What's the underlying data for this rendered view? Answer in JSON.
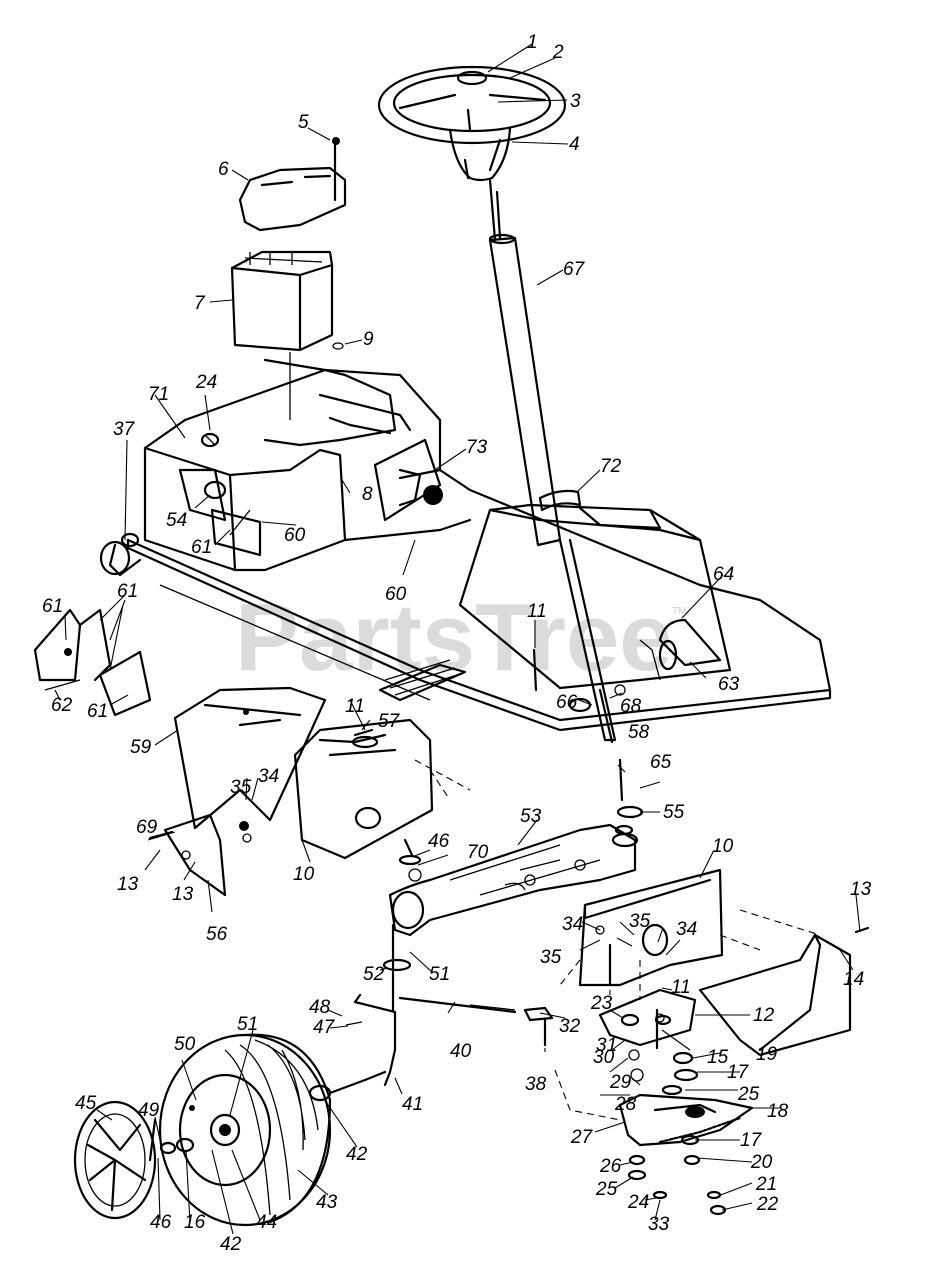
{
  "watermark": {
    "text": "PartsTree",
    "trademark": "TM"
  },
  "callouts": [
    {
      "id": "c1",
      "text": "1"
    },
    {
      "id": "c2",
      "text": "2"
    },
    {
      "id": "c3",
      "text": "3"
    },
    {
      "id": "c4",
      "text": "4"
    },
    {
      "id": "c5",
      "text": "5"
    },
    {
      "id": "c6",
      "text": "6"
    },
    {
      "id": "c7",
      "text": "7"
    },
    {
      "id": "c9",
      "text": "9"
    },
    {
      "id": "c67",
      "text": "67"
    },
    {
      "id": "c24",
      "text": "24"
    },
    {
      "id": "c71",
      "text": "71"
    },
    {
      "id": "c37",
      "text": "37"
    },
    {
      "id": "c73",
      "text": "73"
    },
    {
      "id": "c8",
      "text": "8"
    },
    {
      "id": "c72",
      "text": "72"
    },
    {
      "id": "c54",
      "text": "54"
    },
    {
      "id": "c61a",
      "text": "61"
    },
    {
      "id": "c60a",
      "text": "60"
    },
    {
      "id": "c60b",
      "text": "60"
    },
    {
      "id": "c64",
      "text": "64"
    },
    {
      "id": "c61b",
      "text": "61"
    },
    {
      "id": "c61c",
      "text": "61"
    },
    {
      "id": "c11a",
      "text": "11"
    },
    {
      "id": "c63",
      "text": "63"
    },
    {
      "id": "c62",
      "text": "62"
    },
    {
      "id": "c61d",
      "text": "61"
    },
    {
      "id": "c66",
      "text": "66"
    },
    {
      "id": "c68",
      "text": "68"
    },
    {
      "id": "c11b",
      "text": "11"
    },
    {
      "id": "c57",
      "text": "57"
    },
    {
      "id": "c58",
      "text": "58"
    },
    {
      "id": "c59",
      "text": "59"
    },
    {
      "id": "c65",
      "text": "65"
    },
    {
      "id": "c55",
      "text": "55"
    },
    {
      "id": "c35a",
      "text": "35"
    },
    {
      "id": "c34a",
      "text": "34"
    },
    {
      "id": "c69",
      "text": "69"
    },
    {
      "id": "c53",
      "text": "53"
    },
    {
      "id": "c46a",
      "text": "46"
    },
    {
      "id": "c70",
      "text": "70"
    },
    {
      "id": "c10a",
      "text": "10"
    },
    {
      "id": "c13a",
      "text": "13"
    },
    {
      "id": "c13b",
      "text": "13"
    },
    {
      "id": "c10b",
      "text": "10"
    },
    {
      "id": "c13c",
      "text": "13"
    },
    {
      "id": "c56",
      "text": "56"
    },
    {
      "id": "c34b",
      "text": "34"
    },
    {
      "id": "c35b",
      "text": "35"
    },
    {
      "id": "c35c",
      "text": "35"
    },
    {
      "id": "c34c",
      "text": "34"
    },
    {
      "id": "c51a",
      "text": "51"
    },
    {
      "id": "c52",
      "text": "52"
    },
    {
      "id": "c14",
      "text": "14"
    },
    {
      "id": "c23",
      "text": "23"
    },
    {
      "id": "c11c",
      "text": "11"
    },
    {
      "id": "c48",
      "text": "48"
    },
    {
      "id": "c32",
      "text": "32"
    },
    {
      "id": "c12",
      "text": "12"
    },
    {
      "id": "c47",
      "text": "47"
    },
    {
      "id": "c31",
      "text": "31"
    },
    {
      "id": "c40",
      "text": "40"
    },
    {
      "id": "c15",
      "text": "15"
    },
    {
      "id": "c30",
      "text": "30"
    },
    {
      "id": "c19",
      "text": "19"
    },
    {
      "id": "c38",
      "text": "38"
    },
    {
      "id": "c29",
      "text": "29"
    },
    {
      "id": "c17a",
      "text": "17"
    },
    {
      "id": "c50",
      "text": "50"
    },
    {
      "id": "c51b",
      "text": "51"
    },
    {
      "id": "c28",
      "text": "28"
    },
    {
      "id": "c25a",
      "text": "25"
    },
    {
      "id": "c41",
      "text": "41"
    },
    {
      "id": "c45",
      "text": "45"
    },
    {
      "id": "c49",
      "text": "49"
    },
    {
      "id": "c18",
      "text": "18"
    },
    {
      "id": "c27",
      "text": "27"
    },
    {
      "id": "c17b",
      "text": "17"
    },
    {
      "id": "c42a",
      "text": "42"
    },
    {
      "id": "c26",
      "text": "26"
    },
    {
      "id": "c20",
      "text": "20"
    },
    {
      "id": "c25b",
      "text": "25"
    },
    {
      "id": "c43",
      "text": "43"
    },
    {
      "id": "c21",
      "text": "21"
    },
    {
      "id": "c24b",
      "text": "24"
    },
    {
      "id": "c46b",
      "text": "46"
    },
    {
      "id": "c16",
      "text": "16"
    },
    {
      "id": "c44",
      "text": "44"
    },
    {
      "id": "c22",
      "text": "22"
    },
    {
      "id": "c33",
      "text": "33"
    },
    {
      "id": "c42b",
      "text": "42"
    }
  ]
}
